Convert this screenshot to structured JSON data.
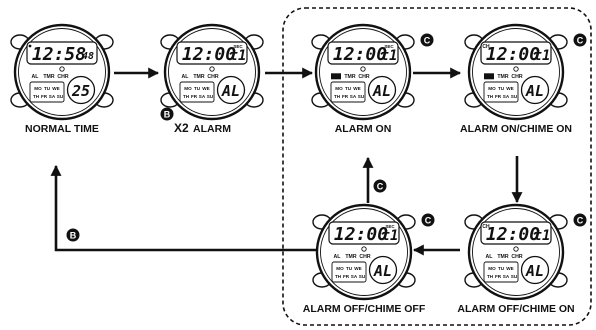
{
  "watches": [
    {
      "id": "normal",
      "main": "12:58",
      "sec": "48",
      "sec_small": true,
      "pm": true,
      "sec_label": "",
      "ch": "",
      "big": "25",
      "marker": "none",
      "caption": "NORMAL TIME"
    },
    {
      "id": "alarm",
      "main": "12:00",
      "sec": "t1",
      "sec_small": false,
      "pm": false,
      "sec_label": "SEC",
      "ch": "",
      "big": "AL",
      "marker": "none",
      "caption": "ALARM"
    },
    {
      "id": "alarm-on",
      "main": "12:00",
      "sec": "t1",
      "sec_small": false,
      "pm": false,
      "sec_label": "SEC",
      "ch": "",
      "big": "AL",
      "marker": "alarm",
      "caption": "ALARM ON"
    },
    {
      "id": "alarm-on-chime-on",
      "main": "12:00",
      "sec": "t1",
      "sec_small": false,
      "pm": false,
      "sec_label": "",
      "ch": "CH",
      "big": "AL",
      "marker": "alarm",
      "caption": "ALARM ON/CHIME ON"
    },
    {
      "id": "alarm-off-chime-off",
      "main": "12:00",
      "sec": "t1",
      "sec_small": false,
      "pm": false,
      "sec_label": "SEC",
      "ch": "",
      "big": "AL",
      "marker": "none",
      "caption": "ALARM OFF/CHIME OFF"
    },
    {
      "id": "alarm-off-chime-on",
      "main": "12:00",
      "sec": "t1",
      "sec_small": false,
      "pm": false,
      "sec_label": "",
      "ch": "CH",
      "big": "AL",
      "marker": "none",
      "caption": "ALARM OFF/CHIME ON"
    }
  ],
  "mode_labels": [
    "AL",
    "TMR",
    "CHR"
  ],
  "day_row1": [
    "MO",
    "TU",
    "WE"
  ],
  "day_row2": [
    "TH",
    "FR",
    "SA",
    "SU"
  ],
  "buttons": {
    "b": "B",
    "c": "C"
  },
  "press_multiplier": "X2"
}
